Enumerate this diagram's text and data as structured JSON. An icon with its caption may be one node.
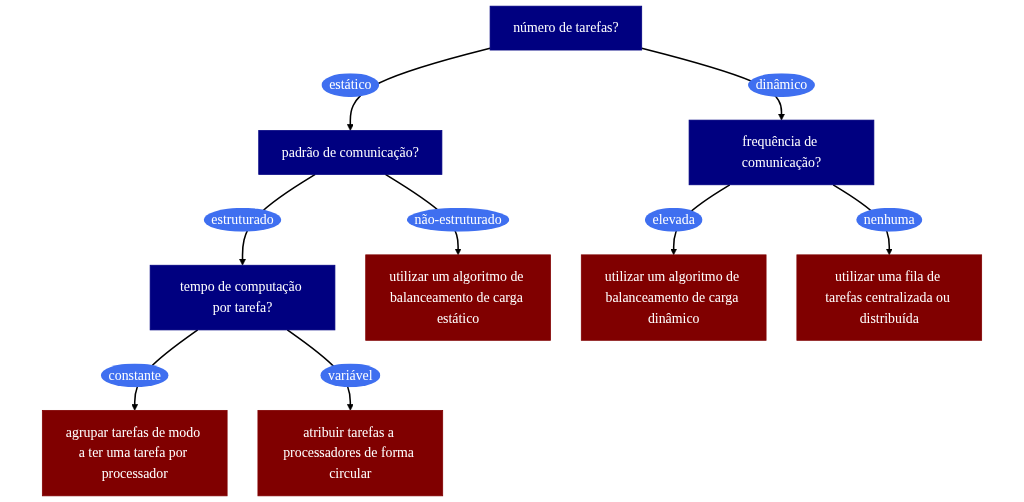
{
  "diagram": {
    "nodes": [
      {
        "text": [
          "número de tarefas?"
        ]
      },
      {
        "text": [
          "padrão de comunicação?"
        ]
      },
      {
        "text": [
          "frequência de comunicação?"
        ]
      },
      {
        "text": [
          "tempo de computação por tarefa?"
        ]
      },
      {
        "text": [
          "agrupar tarefas de modo a ter uma tarefa por processador"
        ]
      },
      {
        "text": [
          "atribuir tarefas a processadores de forma circular"
        ]
      },
      {
        "text": [
          "utilizar um algoritmo de balanceamento de carga estático"
        ]
      },
      {
        "text": [
          "utilizar um algoritmo de balanceamento de carga dinâmico"
        ]
      },
      {
        "text": [
          "utilizar uma fila de tarefas centralizada ou distribuída"
        ]
      }
    ],
    "edges": [
      {
        "from": 0,
        "to": 1,
        "arrow": "to",
        "label": "estático"
      },
      {
        "from": 0,
        "to": 2,
        "arrow": "to",
        "label": "dinâmico"
      },
      {
        "from": 1,
        "to": 3,
        "arrow": "to",
        "label": "estruturado"
      },
      {
        "from": 1,
        "to": 6,
        "arrow": "to",
        "label": "não-estruturado"
      },
      {
        "from": 3,
        "to": 4,
        "arrow": "to",
        "label": "constante"
      },
      {
        "from": 3,
        "to": 5,
        "arrow": "to",
        "label": "variável"
      },
      {
        "from": 2,
        "to": 7,
        "arrow": "to",
        "label": "elevada"
      },
      {
        "from": 2,
        "to": 8,
        "arrow": "to",
        "label": "nenhuma"
      }
    ]
  }
}
